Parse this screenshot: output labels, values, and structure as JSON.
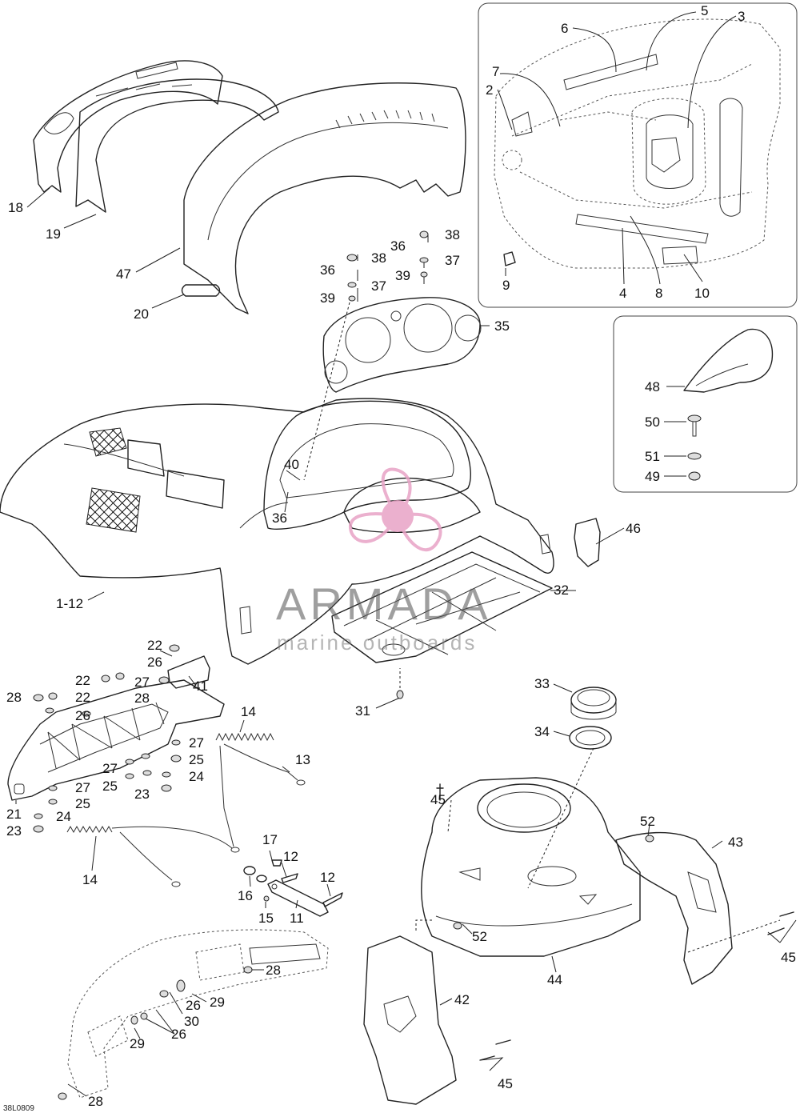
{
  "document_code": "38L0809",
  "watermark": {
    "brand": "ARMADA",
    "tagline": "marine outboards",
    "logo_icon": "propeller-icon",
    "logo_color": "#e8a3c6"
  },
  "callouts": {
    "c1_12": "1-12",
    "c2": "2",
    "c3": "3",
    "c4": "4",
    "c5": "5",
    "c6": "6",
    "c7": "7",
    "c8": "8",
    "c9": "9",
    "c10": "10",
    "c11": "11",
    "c12": "12",
    "c13": "13",
    "c14": "14",
    "c15": "15",
    "c16": "16",
    "c17": "17",
    "c18": "18",
    "c19": "19",
    "c20": "20",
    "c21": "21",
    "c22": "22",
    "c23": "23",
    "c24": "24",
    "c25": "25",
    "c26": "26",
    "c27": "27",
    "c28": "28",
    "c29": "29",
    "c30": "30",
    "c31": "31",
    "c32": "32",
    "c33": "33",
    "c34": "34",
    "c35": "35",
    "c36": "36",
    "c37": "37",
    "c38": "38",
    "c39": "39",
    "c40": "40",
    "c41": "41",
    "c42": "42",
    "c43": "43",
    "c44": "44",
    "c45": "45",
    "c46": "46",
    "c47": "47",
    "c48": "48",
    "c49": "49",
    "c50": "50",
    "c51": "51",
    "c52": "52"
  }
}
